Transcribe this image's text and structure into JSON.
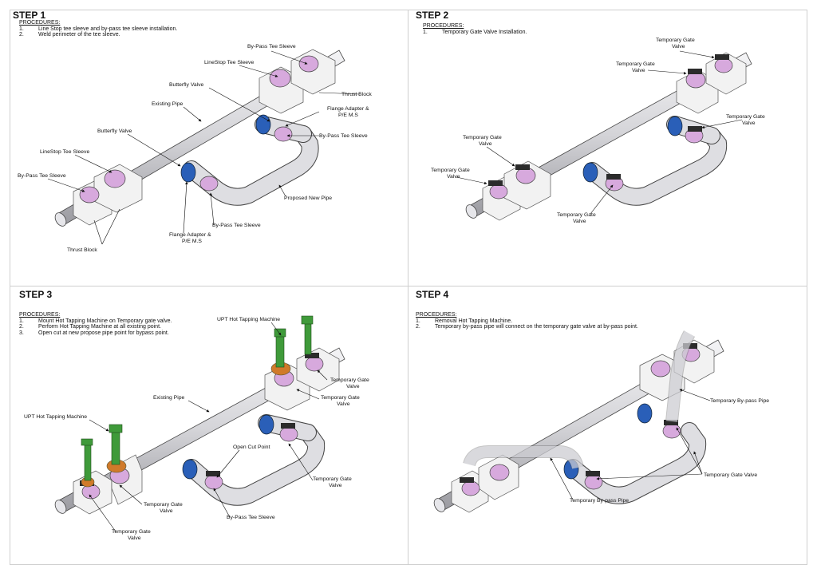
{
  "steps": [
    {
      "title": "STEP 1",
      "procedures_heading": "PROCEDURES:",
      "procedures": [
        {
          "n": "1.",
          "text": "Line Stop tee sleeve and by-pass tee sleeve installation."
        },
        {
          "n": "2.",
          "text": "Weld perimeter of the tee sleeve."
        }
      ],
      "labels": {
        "bypass_tee_sleeve_top": "By-Pass Tee Sleeve",
        "linestop_tee_sleeve_top": "LineStop Tee Sleeve",
        "butterfly_valve_top": "Butterfly Valve",
        "thrust_block_top": "Thrust Block",
        "existing_pipe": "Existing Pipe",
        "flange_adapter_top_1": "Flange Adapter &",
        "flange_adapter_top_2": "P/E M.S",
        "bypass_tee_sleeve_mid": "By-Pass Tee Sleeve",
        "butterfly_valve_left": "Butterfly Valve",
        "linestop_tee_sleeve_left": "LineStop Tee Sleeve",
        "bypass_tee_sleeve_left": "By-Pass Tee Sleeve",
        "proposed_new_pipe": "Proposed New Pipe",
        "bypass_tee_sleeve_bottom": "By-Pass Tee Sleeve",
        "flange_adapter_bottom_1": "Flange Adapter &",
        "flange_adapter_bottom_2": "P/E M.S",
        "thrust_block_bottom": "Thrust Block"
      }
    },
    {
      "title": "STEP 2",
      "procedures_heading": "PROCEDURES:",
      "procedures": [
        {
          "n": "1.",
          "text": "Temporary Gate Valve Installation."
        }
      ],
      "labels": {
        "tgv_a_1": "Temporary Gate",
        "tgv_a_2": "Valve",
        "tgv_b_1": "Temporary Gate",
        "tgv_b_2": "Valve",
        "tgv_c_1": "Temporary Gate",
        "tgv_c_2": "Valve",
        "tgv_d_1": "Temporary Gate",
        "tgv_d_2": "Valve",
        "tgv_e_1": "Temporary Gate",
        "tgv_e_2": "Valve",
        "tgv_f_1": "Temporary Gate",
        "tgv_f_2": "Valve"
      }
    },
    {
      "title": "STEP 3",
      "procedures_heading": "PROCEDURES:",
      "procedures": [
        {
          "n": "1.",
          "text": "Mount Hot Tapping Machine on Temporary gate valve."
        },
        {
          "n": "2.",
          "text": "Perform Hot Tapping Machine at all existing point."
        },
        {
          "n": "3.",
          "text": "Open cut at new propose pipe point for bypass point."
        }
      ],
      "labels": {
        "upt_top": "UPT Hot Tapping Machine",
        "tgv_right_1": "Temporary Gate",
        "tgv_right_2": "Valve",
        "tgv_mid_1": "Temporary Gate",
        "tgv_mid_2": "Valve",
        "existing_pipe": "Existing Pipe",
        "upt_left": "UPT Hot Tapping Machine",
        "open_cut_point": "Open Cut Point",
        "tgv_lower_1": "Temporary Gate",
        "tgv_lower_2": "Valve",
        "tgv_left_1": "Temporary Gate",
        "tgv_left_2": "Valve",
        "tgv_bottom_1": "Temporary Gate",
        "tgv_bottom_2": "Valve",
        "bypass_tee_sleeve": "By-Pass Tee Sleeve"
      }
    },
    {
      "title": "STEP 4",
      "procedures_heading": "PROCEDURES:",
      "procedures": [
        {
          "n": "1.",
          "text": "Removal Hot Tapping Machine."
        },
        {
          "n": "2.",
          "text": "Temporary by-pass pipe will connect on the temporary gate valve at by-pass point."
        }
      ],
      "labels": {
        "temp_bypass_pipe_right": "Temporary By-pass Pipe",
        "temp_gate_valve": "Temporary Gate Valve",
        "temp_bypass_pipe_bottom": "Temporary By-pass Pipe"
      }
    }
  ],
  "colors": {
    "pipe_fill": "#d9d9dc",
    "pipe_stroke": "#444444",
    "tee_sleeve": "#d7a9dd",
    "flange_blue": "#2a5fb8",
    "valve_dark": "#2b2b2b",
    "hot_tap_green": "#3f9a3a",
    "hot_tap_orange": "#d07a2a",
    "thrust_block": "#eeeeee"
  }
}
